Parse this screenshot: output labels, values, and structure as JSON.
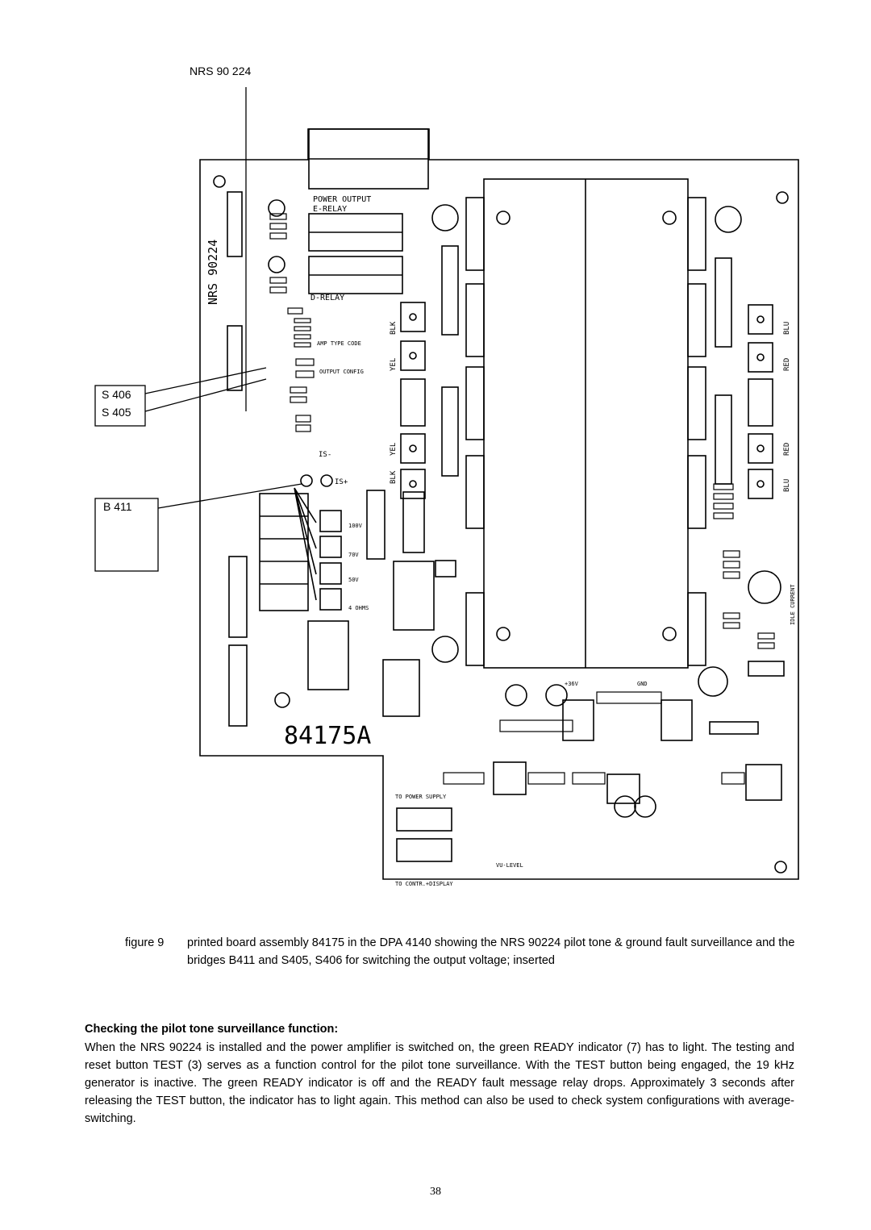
{
  "figure": {
    "labels": {
      "nrs": "NRS 90 224",
      "s406": "S 406",
      "s405": "S 405",
      "b411": "B 411"
    },
    "board": {
      "board_number": "84175A",
      "module_label": "NRS 90224",
      "power_output": "POWER OUTPUT",
      "e_relay": "E-RELAY",
      "d_relay": "D-RELAY",
      "amp_type_code": "AMP TYPE CODE",
      "output_config": "OUTPUT CONFIG",
      "to_power_supply": "TO POWER SUPPLY",
      "to_contr_display": "TO CONTR.+DISPLAY",
      "idle_current": "IDLE CURRENT",
      "vu_level": "VU-LEVEL",
      "v100": "100V",
      "v70": "70V",
      "v50": "50V",
      "ohms4": "4 OHMS",
      "gnd": "GND",
      "plus36v": "+36V",
      "is_minus": "IS-",
      "is_plus": "IS+",
      "blk": "BLK",
      "yel": "YEL",
      "red": "RED",
      "blu": "BLU"
    }
  },
  "caption": {
    "label": "figure 9",
    "text": "printed board assembly 84175 in the DPA 4140 showing the NRS 90224 pilot tone & ground fault surveillance and the bridges B411 and S405, S406 for switching the output voltage; inserted"
  },
  "section": {
    "title": "Checking the pilot tone surveillance function:",
    "body": "When the NRS 90224 is installed and the power amplifier is switched on, the green READY indicator (7) has to light. The testing and reset button TEST (3) serves as a function control for the pilot tone surveillance. With the TEST button being engaged, the 19 kHz generator is inactive. The green READY indicator is off and the READY fault message relay drops. Approximately 3 seconds after releasing the TEST button, the indicator has to light again. This method can also be used to check system configurations with average-switching."
  },
  "page_number": "38"
}
